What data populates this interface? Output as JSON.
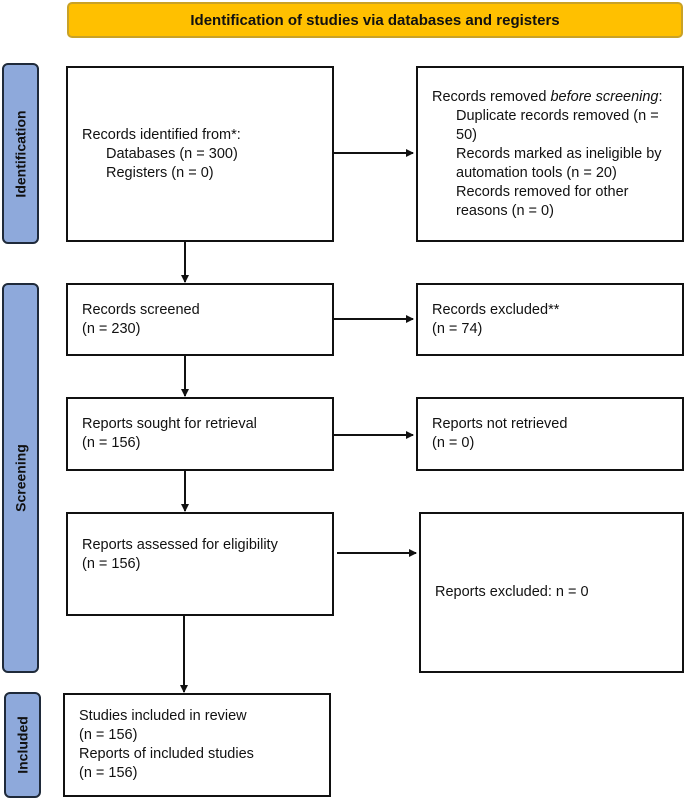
{
  "header": {
    "title": "Identification of studies via databases and registers",
    "color": "#FFC000"
  },
  "phases": {
    "identification": "Identification",
    "screening": "Screening",
    "included": "Included",
    "color": "#8EA9DB"
  },
  "boxes": {
    "identified": {
      "title": "Records identified from*:",
      "lines": [
        "Databases (n = 300)",
        "Registers (n = 0)"
      ]
    },
    "removed": {
      "title_a": "Records removed ",
      "title_em": "before screening",
      "title_b": ":",
      "lines": [
        "Duplicate records removed (n = 50)",
        "Records marked as ineligible by automation tools (n = 20)",
        "Records removed for other reasons (n = 0)"
      ]
    },
    "screened": {
      "lines": [
        "Records screened",
        "(n = 230)"
      ]
    },
    "excluded": {
      "lines": [
        "Records excluded**",
        "(n = 74)"
      ]
    },
    "sought": {
      "lines": [
        "Reports sought for retrieval",
        "(n = 156)"
      ]
    },
    "not_retrieved": {
      "lines": [
        "Reports not retrieved",
        "(n = 0)"
      ]
    },
    "assessed": {
      "lines": [
        "Reports assessed for eligibility",
        "(n = 156)"
      ]
    },
    "reports_excluded": {
      "lines": [
        "Reports excluded: n = 0"
      ]
    },
    "included": {
      "lines": [
        "Studies included in review",
        "(n = 156)",
        "Reports of included studies",
        "(n = 156)"
      ]
    }
  }
}
